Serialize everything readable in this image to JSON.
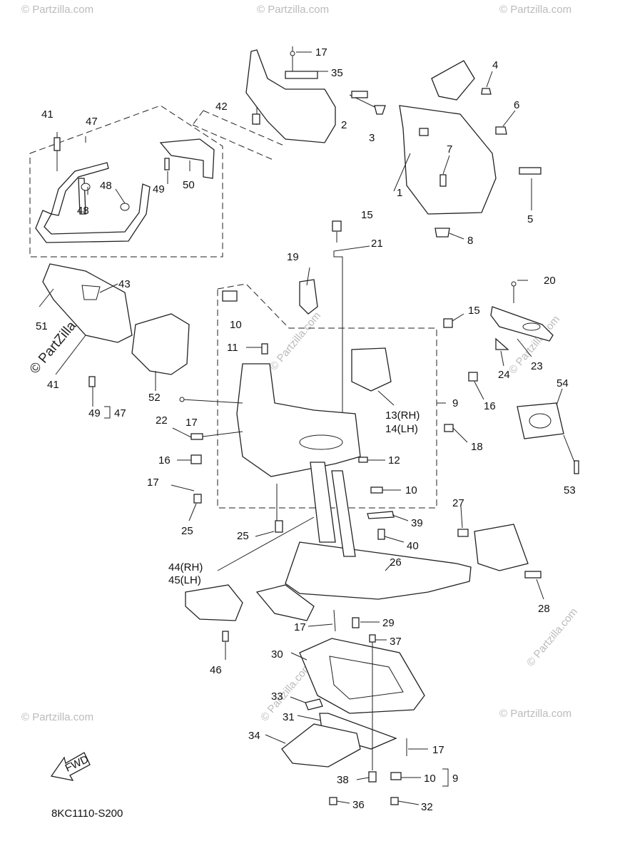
{
  "diagram": {
    "code": "8KC1110-S200",
    "fwd_label": "FWD",
    "watermark_main": "© PartZilla.com",
    "watermark_small": "© Partzilla.com",
    "callouts": [
      {
        "id": "c1",
        "text": "1"
      },
      {
        "id": "c2",
        "text": "2"
      },
      {
        "id": "c3",
        "text": "3"
      },
      {
        "id": "c4",
        "text": "4"
      },
      {
        "id": "c5",
        "text": "5"
      },
      {
        "id": "c6",
        "text": "6"
      },
      {
        "id": "c7",
        "text": "7"
      },
      {
        "id": "c8",
        "text": "8"
      },
      {
        "id": "c9a",
        "text": "9"
      },
      {
        "id": "c9b",
        "text": "9"
      },
      {
        "id": "c10a",
        "text": "10"
      },
      {
        "id": "c10b",
        "text": "10"
      },
      {
        "id": "c10c",
        "text": "10"
      },
      {
        "id": "c11",
        "text": "11"
      },
      {
        "id": "c12",
        "text": "12"
      },
      {
        "id": "c13",
        "text": "13(RH)"
      },
      {
        "id": "c14",
        "text": "14(LH)"
      },
      {
        "id": "c15a",
        "text": "15"
      },
      {
        "id": "c15b",
        "text": "15"
      },
      {
        "id": "c16a",
        "text": "16"
      },
      {
        "id": "c16b",
        "text": "16"
      },
      {
        "id": "c17a",
        "text": "17"
      },
      {
        "id": "c17b",
        "text": "17"
      },
      {
        "id": "c17c",
        "text": "17"
      },
      {
        "id": "c17d",
        "text": "17"
      },
      {
        "id": "c17e",
        "text": "17"
      },
      {
        "id": "c18",
        "text": "18"
      },
      {
        "id": "c19",
        "text": "19"
      },
      {
        "id": "c20",
        "text": "20"
      },
      {
        "id": "c21",
        "text": "21"
      },
      {
        "id": "c22",
        "text": "22"
      },
      {
        "id": "c23",
        "text": "23"
      },
      {
        "id": "c24",
        "text": "24"
      },
      {
        "id": "c25a",
        "text": "25"
      },
      {
        "id": "c25b",
        "text": "25"
      },
      {
        "id": "c26",
        "text": "26"
      },
      {
        "id": "c27",
        "text": "27"
      },
      {
        "id": "c28",
        "text": "28"
      },
      {
        "id": "c29",
        "text": "29"
      },
      {
        "id": "c30",
        "text": "30"
      },
      {
        "id": "c31",
        "text": "31"
      },
      {
        "id": "c32",
        "text": "32"
      },
      {
        "id": "c33",
        "text": "33"
      },
      {
        "id": "c34",
        "text": "34"
      },
      {
        "id": "c35",
        "text": "35"
      },
      {
        "id": "c36",
        "text": "36"
      },
      {
        "id": "c37",
        "text": "37"
      },
      {
        "id": "c38",
        "text": "38"
      },
      {
        "id": "c39",
        "text": "39"
      },
      {
        "id": "c40",
        "text": "40"
      },
      {
        "id": "c41a",
        "text": "41"
      },
      {
        "id": "c41b",
        "text": "41"
      },
      {
        "id": "c42",
        "text": "42"
      },
      {
        "id": "c43",
        "text": "43"
      },
      {
        "id": "c44",
        "text": "44(RH)"
      },
      {
        "id": "c45",
        "text": "45(LH)"
      },
      {
        "id": "c46",
        "text": "46"
      },
      {
        "id": "c47a",
        "text": "47"
      },
      {
        "id": "c47b",
        "text": "47"
      },
      {
        "id": "c48a",
        "text": "48"
      },
      {
        "id": "c48b",
        "text": "48"
      },
      {
        "id": "c49a",
        "text": "49"
      },
      {
        "id": "c49b",
        "text": "49"
      },
      {
        "id": "c50",
        "text": "50"
      },
      {
        "id": "c51",
        "text": "51"
      },
      {
        "id": "c52",
        "text": "52"
      },
      {
        "id": "c53",
        "text": "53"
      },
      {
        "id": "c54",
        "text": "54"
      }
    ]
  }
}
